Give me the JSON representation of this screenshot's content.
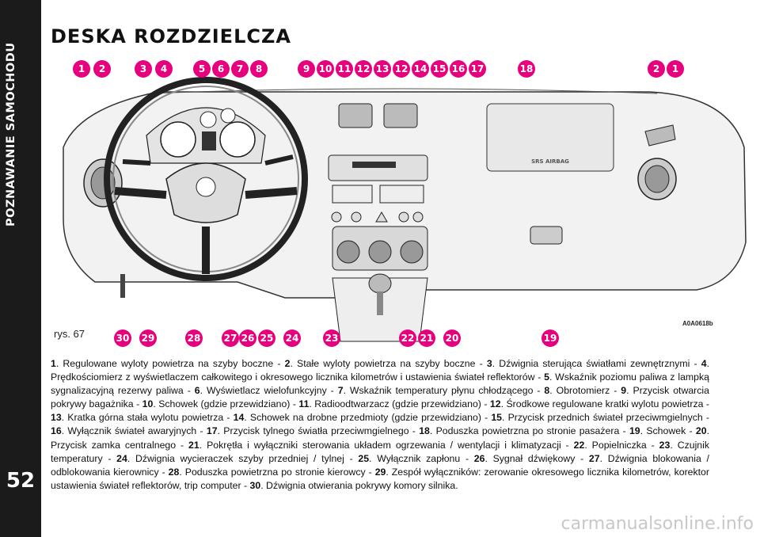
{
  "sidebar": {
    "section_title": "POZNAWANIE SAMOCHODU",
    "page_number": "52"
  },
  "page_title": "DESKA ROZDZIELCZA",
  "figure": {
    "label": "rys. 67",
    "code": "A0A0618b",
    "airbag_text": "SRS AIRBAG",
    "top_callouts": [
      "1",
      "2",
      "3",
      "4",
      "5",
      "6",
      "7",
      "8",
      "9",
      "10",
      "11",
      "12",
      "13",
      "12",
      "14",
      "15",
      "16",
      "17",
      "18",
      "2",
      "1"
    ],
    "bottom_callouts": [
      "30",
      "29",
      "28",
      "27",
      "26",
      "25",
      "24",
      "23",
      "22",
      "21",
      "20",
      "19"
    ],
    "accent_color": "#e6007e"
  },
  "legend": [
    {
      "num": "1",
      "text": "Regulowane wyloty powietrza na szyby boczne"
    },
    {
      "num": "2",
      "text": "Stałe wyloty powietrza na szyby boczne"
    },
    {
      "num": "3",
      "text": "Dźwignia sterująca światłami zewnętrznymi"
    },
    {
      "num": "4",
      "text": "Prędkościomierz z wyświetlaczem całkowitego i okresowego licznika kilometrów i ustawienia świateł reflektorów"
    },
    {
      "num": "5",
      "text": "Wskaźnik poziomu paliwa z lampką sygnalizacyjną rezerwy paliwa"
    },
    {
      "num": "6",
      "text": "Wyświetlacz wielofunkcyjny"
    },
    {
      "num": "7",
      "text": "Wskaźnik temperatury płynu chłodzącego"
    },
    {
      "num": "8",
      "text": "Obrotomierz"
    },
    {
      "num": "9",
      "text": "Przycisk otwarcia pokrywy bagażnika"
    },
    {
      "num": "10",
      "text": "Schowek (gdzie przewidziano)"
    },
    {
      "num": "11",
      "text": "Radioodtwarzacz (gdzie przewidziano)"
    },
    {
      "num": "12",
      "text": "Środkowe regulowane kratki wylotu powietrza"
    },
    {
      "num": "13",
      "text": "Kratka górna stała wylotu powietrza"
    },
    {
      "num": "14",
      "text": "Schowek na drobne przedmioty (gdzie przewidziano)"
    },
    {
      "num": "15",
      "text": "Przycisk przednich świateł przeciwmgielnych"
    },
    {
      "num": "16",
      "text": "Wyłącznik świateł awaryjnych"
    },
    {
      "num": "17",
      "text": "Przycisk tylnego światła przeciwmgielnego"
    },
    {
      "num": "18",
      "text": "Poduszka powietrzna po stronie pasażera"
    },
    {
      "num": "19",
      "text": "Schowek"
    },
    {
      "num": "20",
      "text": "Przycisk zamka centralnego"
    },
    {
      "num": "21",
      "text": "Pokrętła i wyłączniki sterowania układem ogrzewania / wentylacji i klimatyzacji"
    },
    {
      "num": "22",
      "text": "Popielniczka"
    },
    {
      "num": "23",
      "text": "Czujnik temperatury"
    },
    {
      "num": "24",
      "text": "Dźwignia wycieraczek szyby przedniej / tylnej"
    },
    {
      "num": "25",
      "text": "Wyłącznik zapłonu"
    },
    {
      "num": "26",
      "text": "Sygnał dźwiękowy"
    },
    {
      "num": "27",
      "text": "Dźwignia blokowania / odblokowania kierownicy"
    },
    {
      "num": "28",
      "text": "Poduszka powietrzna po stronie kierowcy"
    },
    {
      "num": "29",
      "text": "Zespół wyłączników: zerowanie okresowego licznika kilometrów, korektor ustawienia świateł reflektorów, trip computer"
    },
    {
      "num": "30",
      "text": "Dźwignia otwierania pokrywy komory silnika"
    }
  ],
  "watermark": "carmanualsonline.info"
}
